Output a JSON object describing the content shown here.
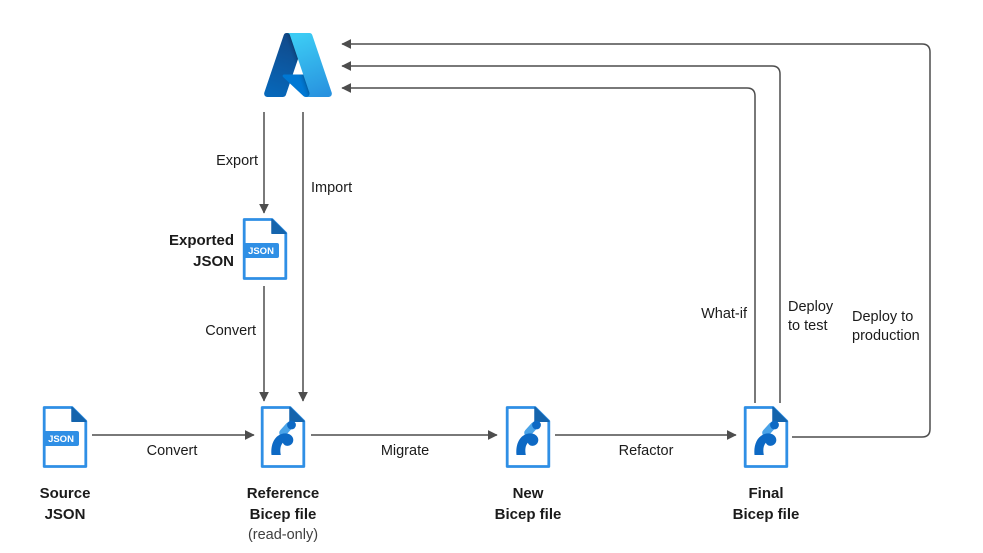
{
  "colors": {
    "line": "#4d4d4d",
    "text": "#1b1b1b",
    "azure_blue": "#0078d4",
    "file_outline_blue": "#2f8fe5",
    "file_fold_blue": "#1464ad"
  },
  "edges": {
    "export": "Export",
    "import": "Import",
    "convert_from_exported": "Convert",
    "convert_from_source": "Convert",
    "migrate": "Migrate",
    "refactor": "Refactor",
    "what_if": "What-if",
    "deploy_to_test": [
      "Deploy",
      "to test"
    ],
    "deploy_to_production": [
      "Deploy to",
      "production"
    ]
  },
  "nodes": {
    "exported_json": {
      "caption": [
        "Exported",
        "JSON"
      ],
      "badge": "JSON"
    },
    "source_json": {
      "caption": [
        "Source",
        "JSON"
      ],
      "badge": "JSON"
    },
    "reference_bicep": {
      "caption": [
        "Reference",
        "Bicep file"
      ],
      "note": "(read-only)"
    },
    "new_bicep": {
      "caption": [
        "New",
        "Bicep file"
      ]
    },
    "final_bicep": {
      "caption": [
        "Final",
        "Bicep file"
      ]
    }
  }
}
